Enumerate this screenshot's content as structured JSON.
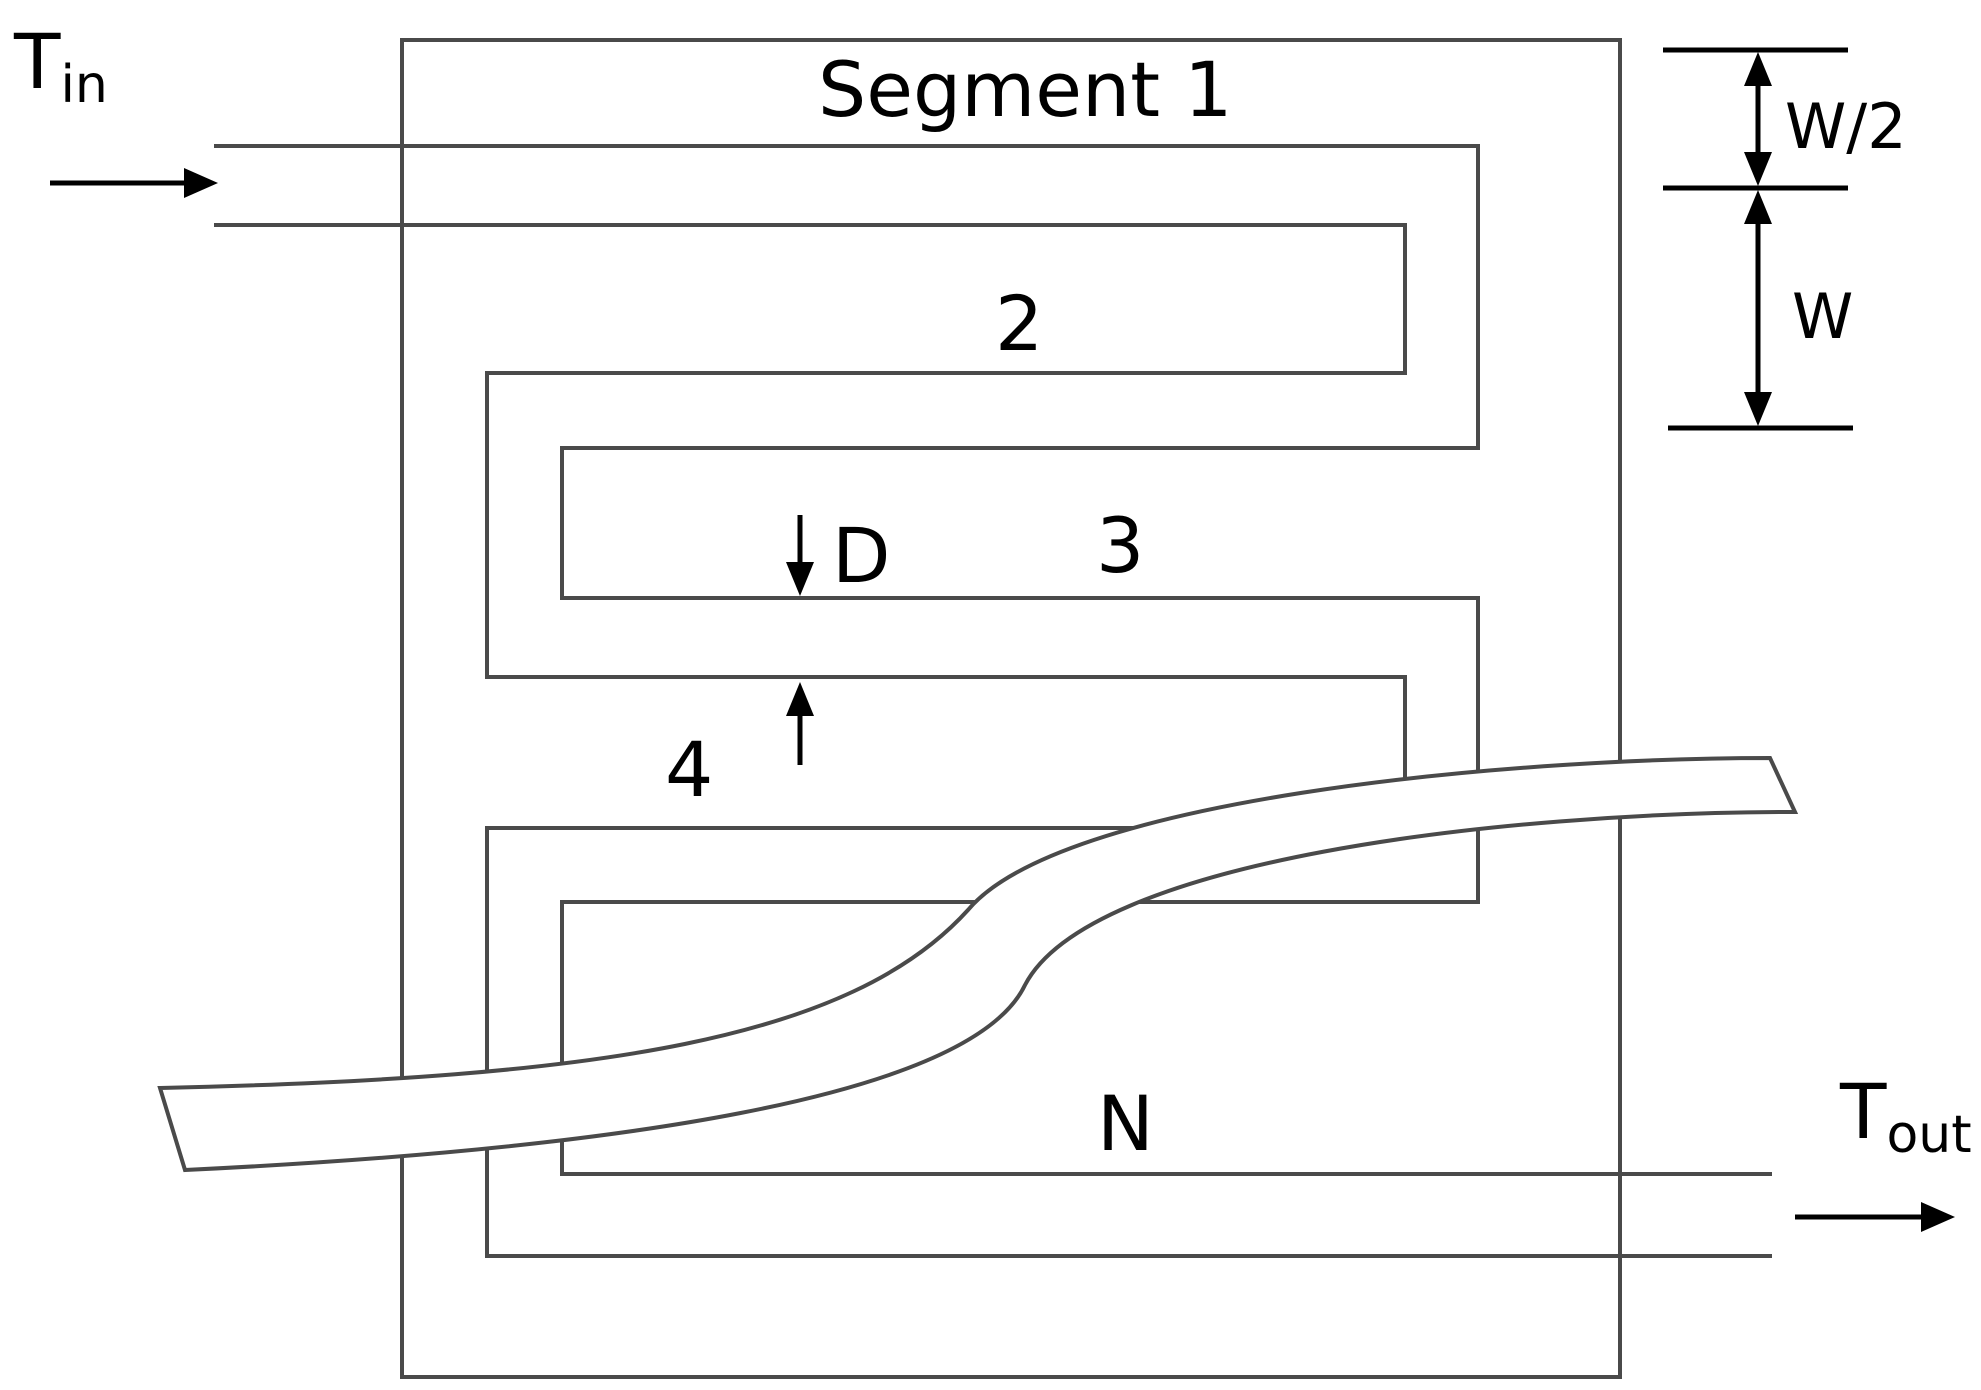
{
  "labels": {
    "t_in": "T",
    "t_in_sub": "in",
    "t_out": "T",
    "t_out_sub": "out",
    "segment_1": "Segment 1",
    "segment_2": "2",
    "segment_3": "3",
    "segment_4": "4",
    "segment_n": "N",
    "spacing": "D",
    "half_width": "W/2",
    "width": "W"
  },
  "colors": {
    "outline": "#4a4a4a",
    "arrows": "#000000",
    "background": "#ffffff"
  }
}
